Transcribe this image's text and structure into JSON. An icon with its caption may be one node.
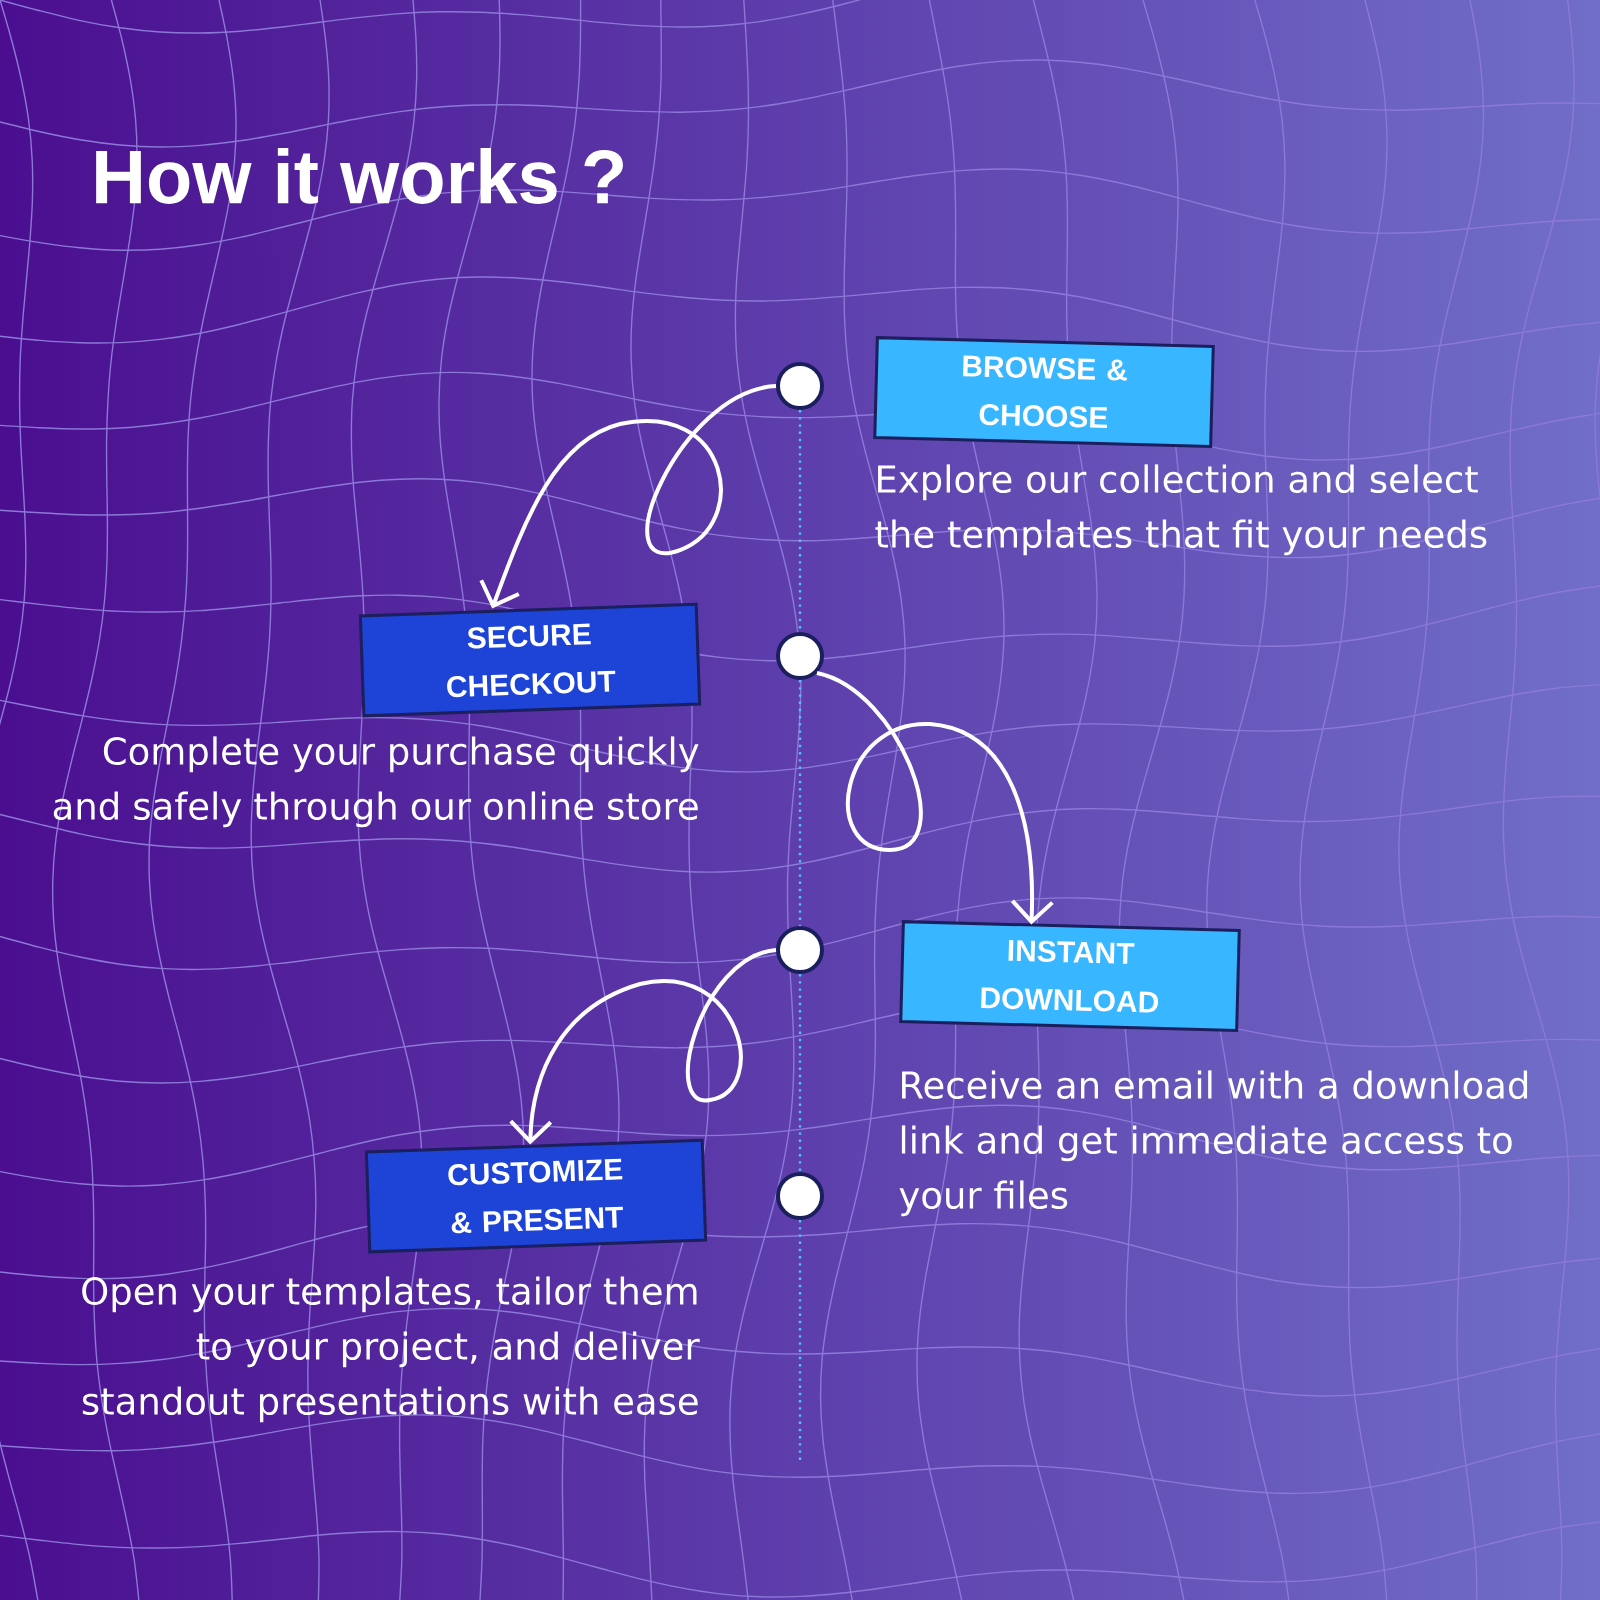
{
  "diagram": {
    "title": "How it works ?",
    "nodes": [
      {
        "text": [],
        "shape": "circle"
      },
      {
        "text": [
          "BROWSE & CHOOSE"
        ],
        "beside": [
          "Explore our collection and select the templates that fit your needs"
        ]
      },
      {
        "text": [
          "SECURE CHECKOUT"
        ],
        "beside": [
          "Complete your purchase quickly and safely through our online store"
        ]
      },
      {
        "text": [],
        "shape": "circle"
      },
      {
        "text": [],
        "shape": "circle"
      },
      {
        "text": [
          "INSTANT DOWNLOAD"
        ],
        "beside": [
          "Receive an email with a download link and get immediate access to your files"
        ]
      },
      {
        "text": [
          "CUSTOMIZE & PRESENT"
        ],
        "beside": [
          "Open your templates, tailor them to your project, and deliver standout presentations with ease"
        ]
      },
      {
        "text": [],
        "shape": "circle"
      }
    ],
    "edges": [
      {
        "from": 0,
        "to": 2,
        "arrow": "to",
        "color": "#ffffff"
      },
      {
        "from": 3,
        "to": 5,
        "arrow": "to",
        "color": "#ffffff"
      },
      {
        "from": 4,
        "to": 6,
        "arrow": "to",
        "color": "#ffffff"
      },
      {
        "from": 0,
        "to": 3,
        "arrow": "none",
        "style": "dashed",
        "color": "#4fc3f7"
      },
      {
        "from": 3,
        "to": 4,
        "arrow": "none",
        "style": "dashed",
        "color": "#4fc3f7"
      },
      {
        "from": 4,
        "to": 7,
        "arrow": "none",
        "style": "dashed",
        "color": "#4fc3f7"
      },
      {
        "from": 7,
        "to": null,
        "arrow": "none",
        "style": "dashed",
        "color": "#4fc3f7"
      }
    ]
  }
}
